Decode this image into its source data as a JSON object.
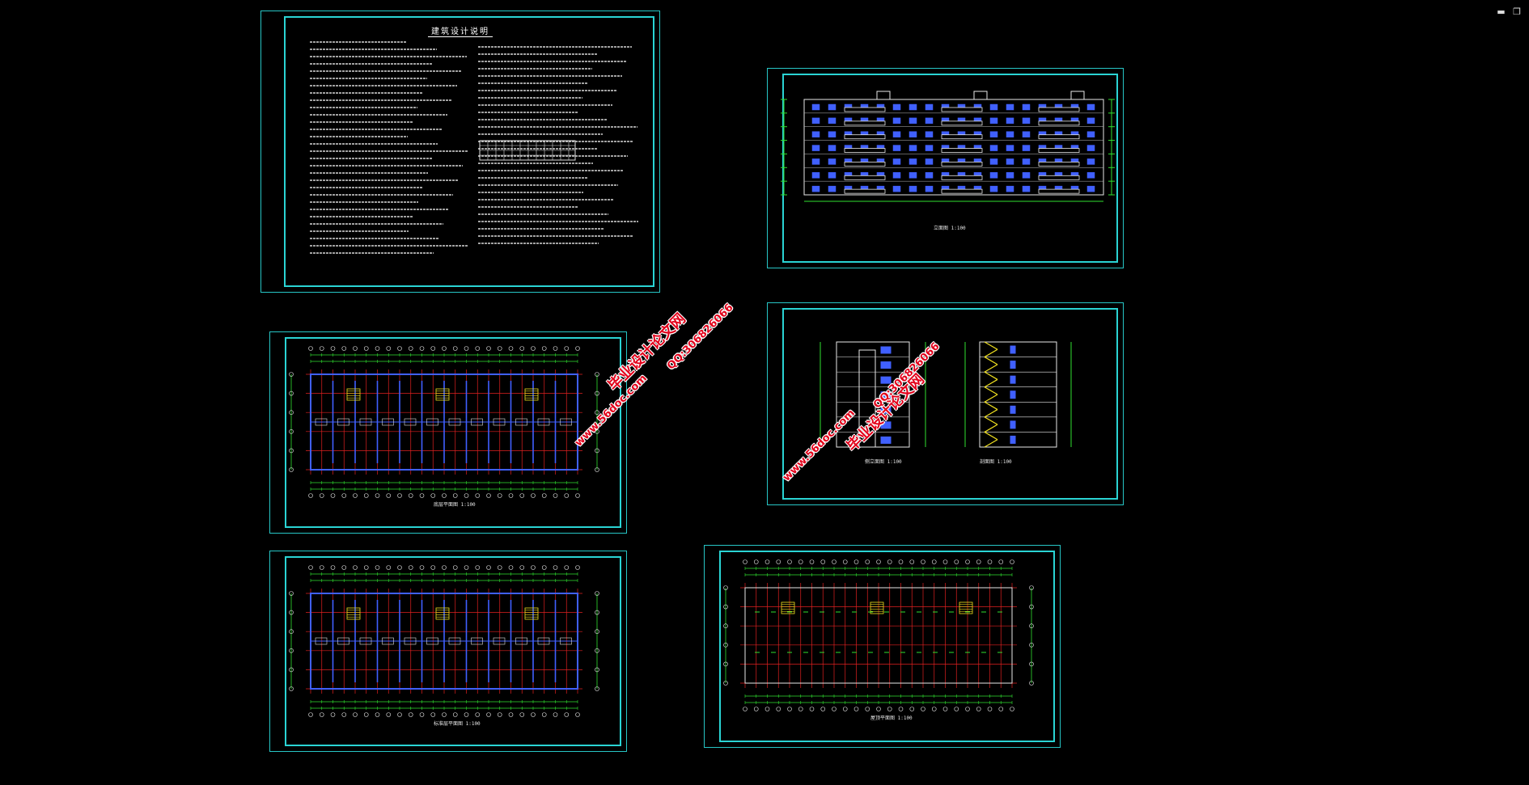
{
  "window": {
    "minimize_glyph": "▬",
    "restore_glyph": "❐"
  },
  "sheets": {
    "notes": {
      "title": "建筑设计说明"
    },
    "elevation": {
      "caption": "立面图 1:100"
    },
    "sections": {
      "caption_left": "侧立面图 1:100",
      "caption_right": "剖面图 1:100"
    },
    "plan_ground": {
      "caption": "底层平面图 1:100"
    },
    "plan_typical": {
      "caption": "标准层平面图 1:100"
    },
    "plan_roof": {
      "caption": "屋顶平面图 1:100"
    }
  },
  "watermarks": [
    {
      "text": "毕业设计论文网"
    },
    {
      "text": "www.56doc.com"
    },
    {
      "text": "QQ:306826066"
    },
    {
      "text": "毕业设计论文网"
    },
    {
      "text": "www.56doc.com"
    },
    {
      "text": "QQ:306826066"
    }
  ],
  "colors": {
    "frame": "#2ad4d4",
    "wall": "#4060ff",
    "axis": "#e02020",
    "dim": "#30e030",
    "stair": "#f0e020",
    "line": "#e8e8e8"
  }
}
